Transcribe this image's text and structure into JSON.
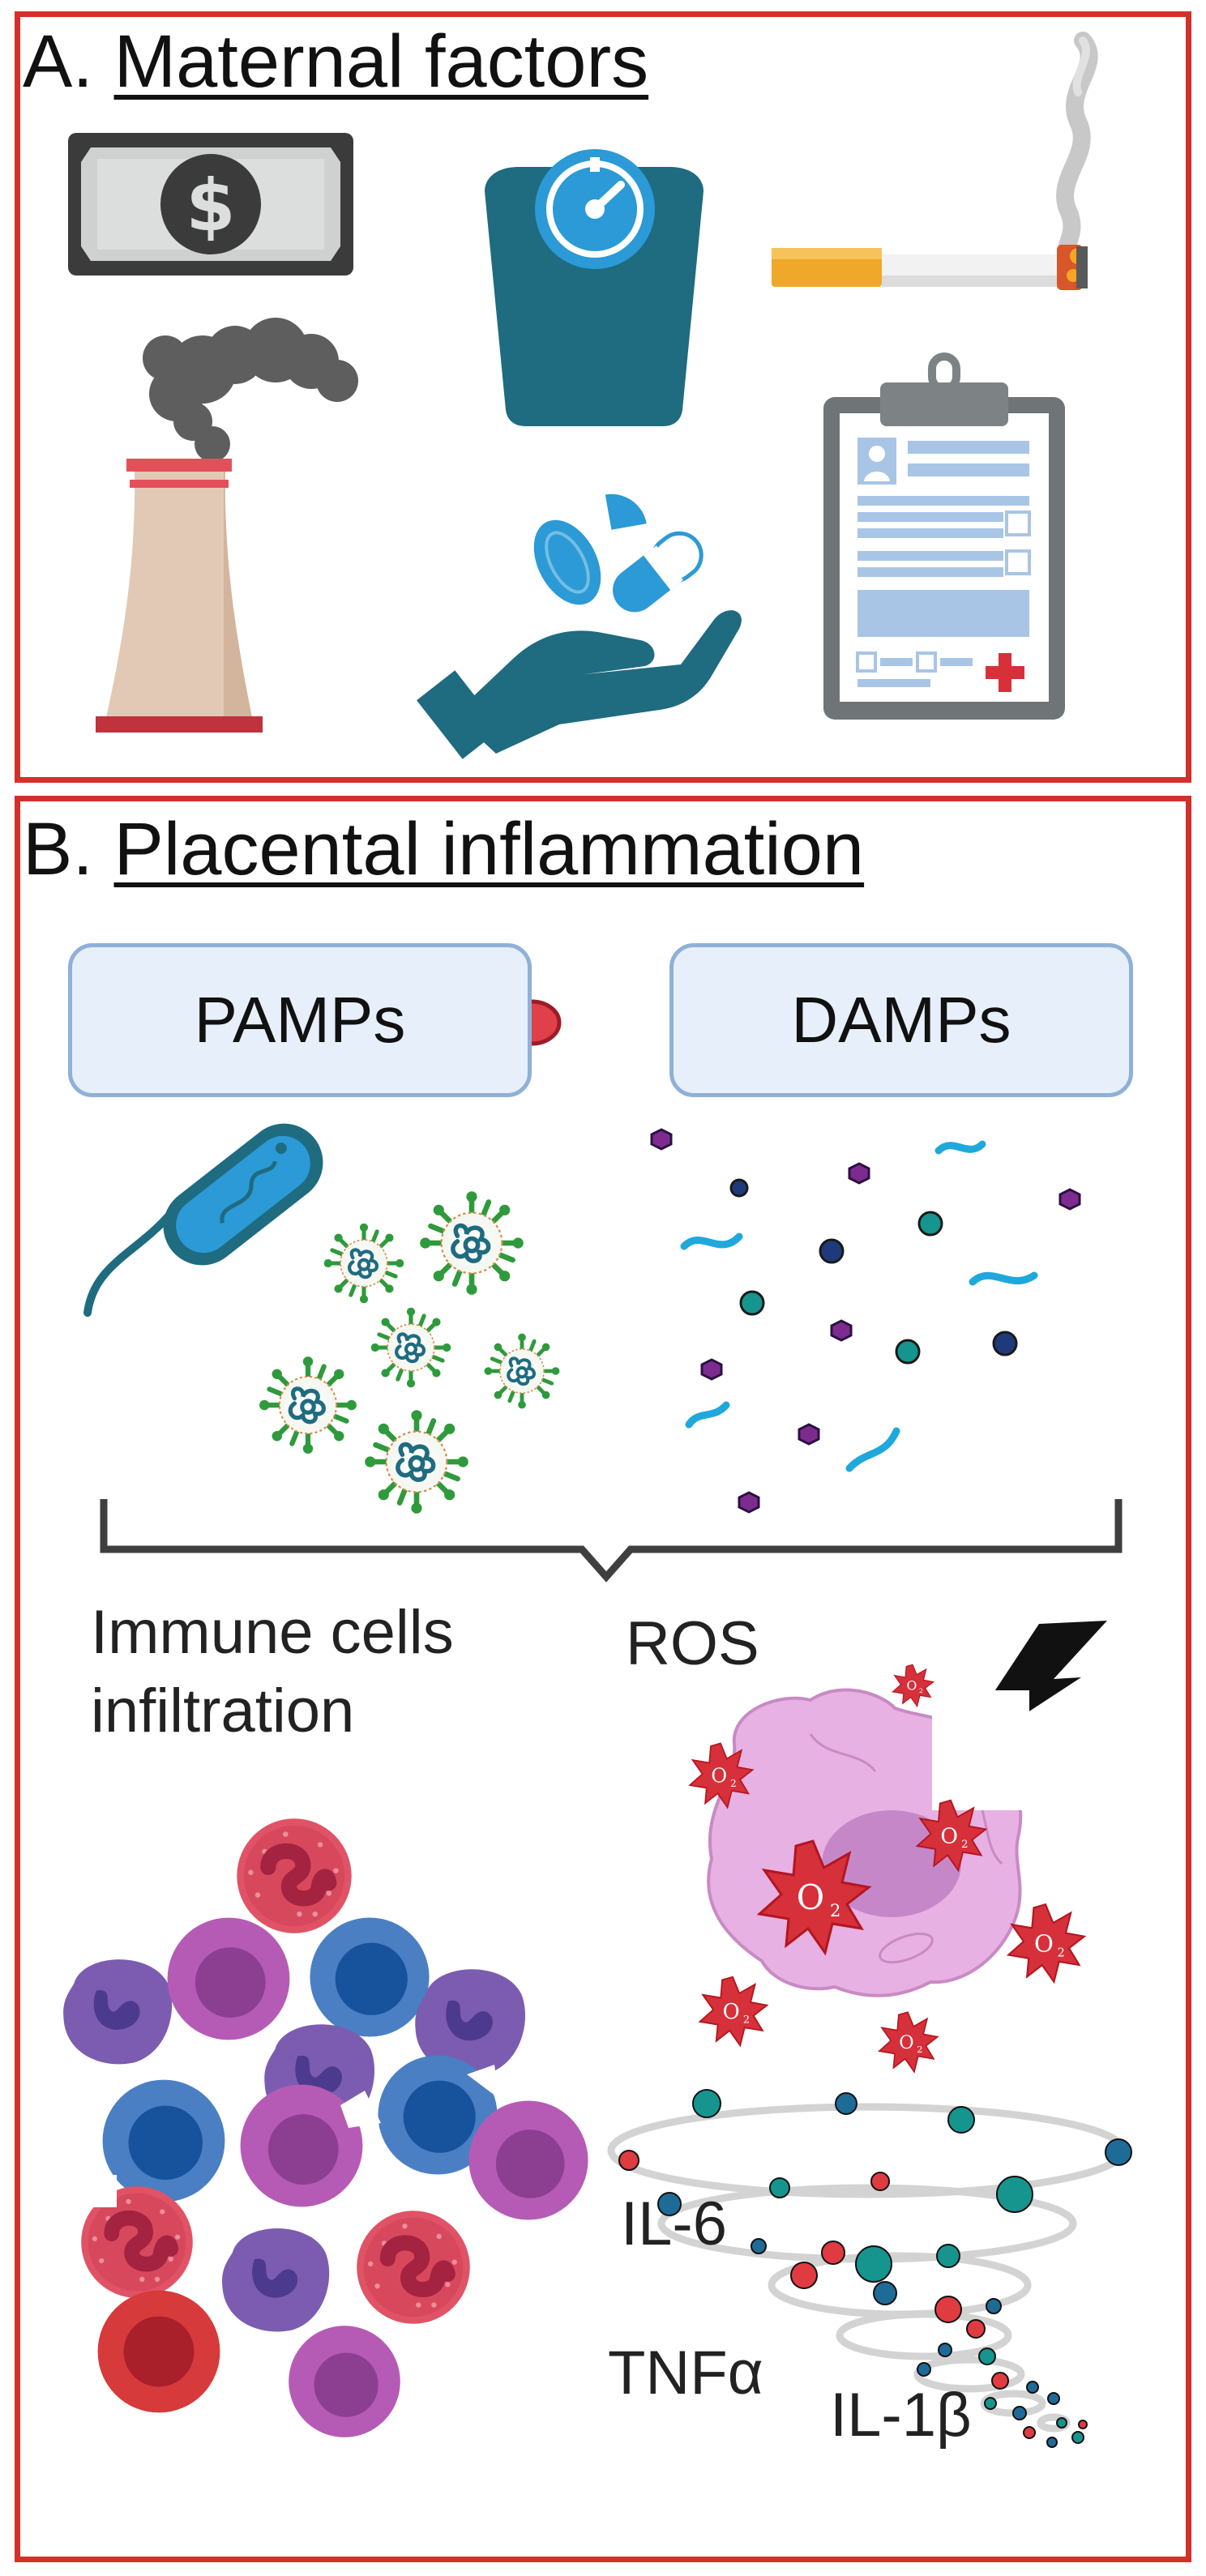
{
  "panel_a": {
    "letter": "A.",
    "title": "Maternal factors"
  },
  "panel_b": {
    "letter": "B.",
    "title": "Placental inflammation",
    "pamps_label": "PAMPs",
    "damps_label": "DAMPs",
    "immune_label_line1": "Immune cells",
    "immune_label_line2": "infiltration",
    "ros_label": "ROS",
    "cytokines": [
      "IL-6",
      "TNFα",
      "IL-1β"
    ]
  },
  "icons": {
    "money": "banknote-icon",
    "scale": "weighing-scale-icon",
    "smoking": "cigarette-icon",
    "pollution": "factory-smokestack-icon",
    "drugs": "hand-with-pills-icon",
    "record": "clipboard-medical-record-icon",
    "bacterium": "bacterium-icon",
    "virus": "virus-icon",
    "damp_particle": "molecule-particle-icon",
    "immune_cell": "immune-cell-icon",
    "stressed_cell": "stressed-cell-icon",
    "lightning": "lightning-bolt-icon",
    "oxygen_radical": "oxygen-radical-icon",
    "cytokine_storm": "cytokine-storm-icon"
  },
  "colors": {
    "frame": "#d2302a",
    "teal": "#1f6b80",
    "blue": "#2b9ad6",
    "box_fill": "#e7f0fa",
    "box_border": "#8fb0d8",
    "ros_red": "#d6303a"
  }
}
